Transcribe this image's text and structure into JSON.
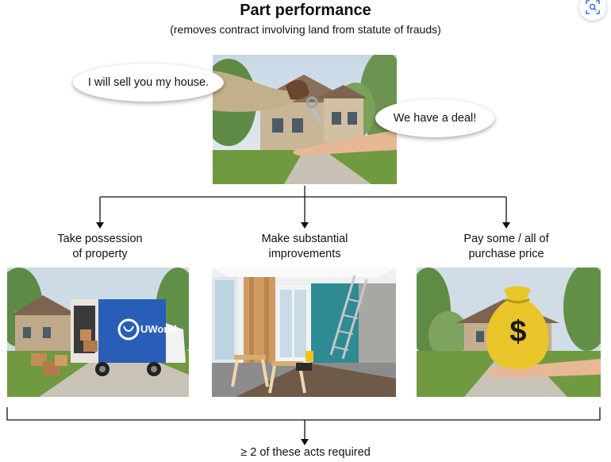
{
  "title": "Part performance",
  "subtitle": "(removes contract involving land from statute of frauds)",
  "bubbles": {
    "seller": "I will sell you my house.",
    "buyer": "We have a deal!"
  },
  "acts": [
    {
      "line1": "Take possession",
      "line2": "of property",
      "icon": "moving-truck-image",
      "badge": "UWorld"
    },
    {
      "line1": "Make substantial",
      "line2": "improvements",
      "icon": "renovation-room-image"
    },
    {
      "line1": "Pay some / all of",
      "line2": "purchase price",
      "icon": "money-bag-image",
      "symbol": "$"
    }
  ],
  "footer": "≥ 2 of these acts required",
  "toolbar": {
    "scan_icon": "visual-search-icon"
  },
  "colors": {
    "truck_box": "#2a5db8",
    "money_bag": "#e9c52a",
    "wall_teal": "#2f8b93",
    "sky": "#c9dbe8",
    "grass": "#6b9a3a"
  }
}
